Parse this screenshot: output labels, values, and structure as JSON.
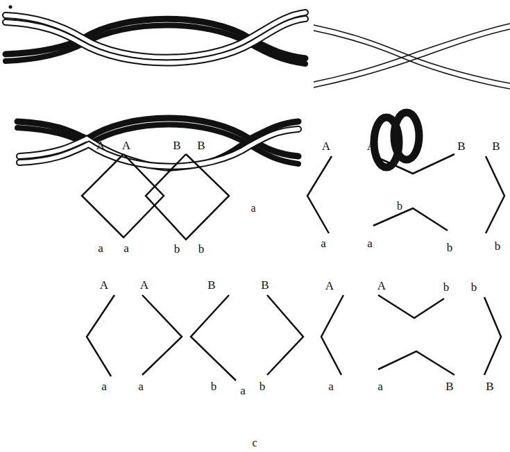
{
  "diagram": {
    "labels": [
      "a",
      "b",
      "A",
      "A",
      "B",
      "B",
      "a",
      "a",
      "b",
      "b",
      "A",
      "A",
      "B",
      "B",
      "a",
      "a",
      "b",
      "b",
      "A",
      "A",
      "B",
      "B",
      "a",
      "a",
      "b",
      "a",
      "b",
      "A",
      "A",
      "b",
      "b",
      "a",
      "a",
      "B",
      "B",
      "c"
    ]
  }
}
